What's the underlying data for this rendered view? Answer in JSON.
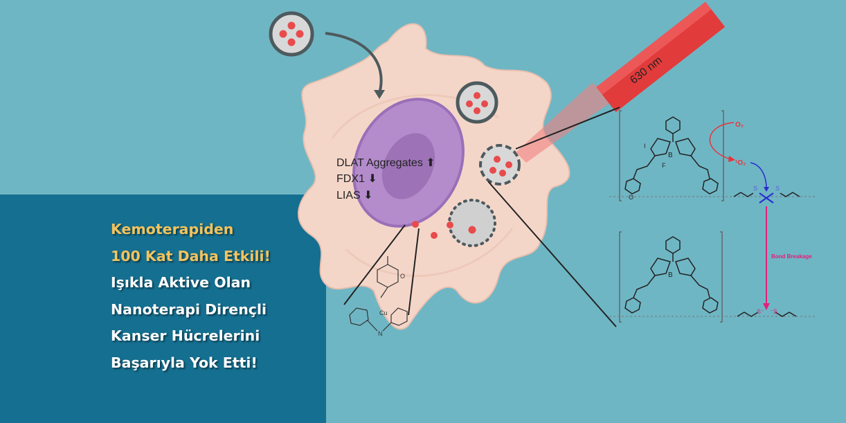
{
  "headline": {
    "highlight_lines": [
      "Kemoterapiden",
      "100 Kat Daha Etkili!"
    ],
    "lines": [
      "Işıkla Aktive Olan",
      "Nanoterapi Dirençli",
      "Kanser Hücrelerini",
      "Başarıyla Yok Etti!"
    ]
  },
  "diagram": {
    "laser_label": "630 nm",
    "cell_labels": [
      "DLAT Aggregates ⬆",
      "FDX1 ⬇",
      "LIAS ⬇"
    ],
    "oxygen": "O₂",
    "singlet_oxygen": "¹O₂",
    "bond_breakage": "Bond Breakage",
    "atoms": {
      "N": "N",
      "B": "B",
      "F": "F",
      "I": "I",
      "S": "S",
      "O": "O",
      "Cu": "Cu",
      "S_minus": "S⁻",
      "minus_S": "⁻S"
    }
  },
  "colors": {
    "background": "#6fb6c4",
    "panel": "#156f90",
    "highlight": "#f2c45e",
    "cell": "#f4d6c9",
    "nucleus": "#b48ccc",
    "laser": "#e23b3b"
  }
}
